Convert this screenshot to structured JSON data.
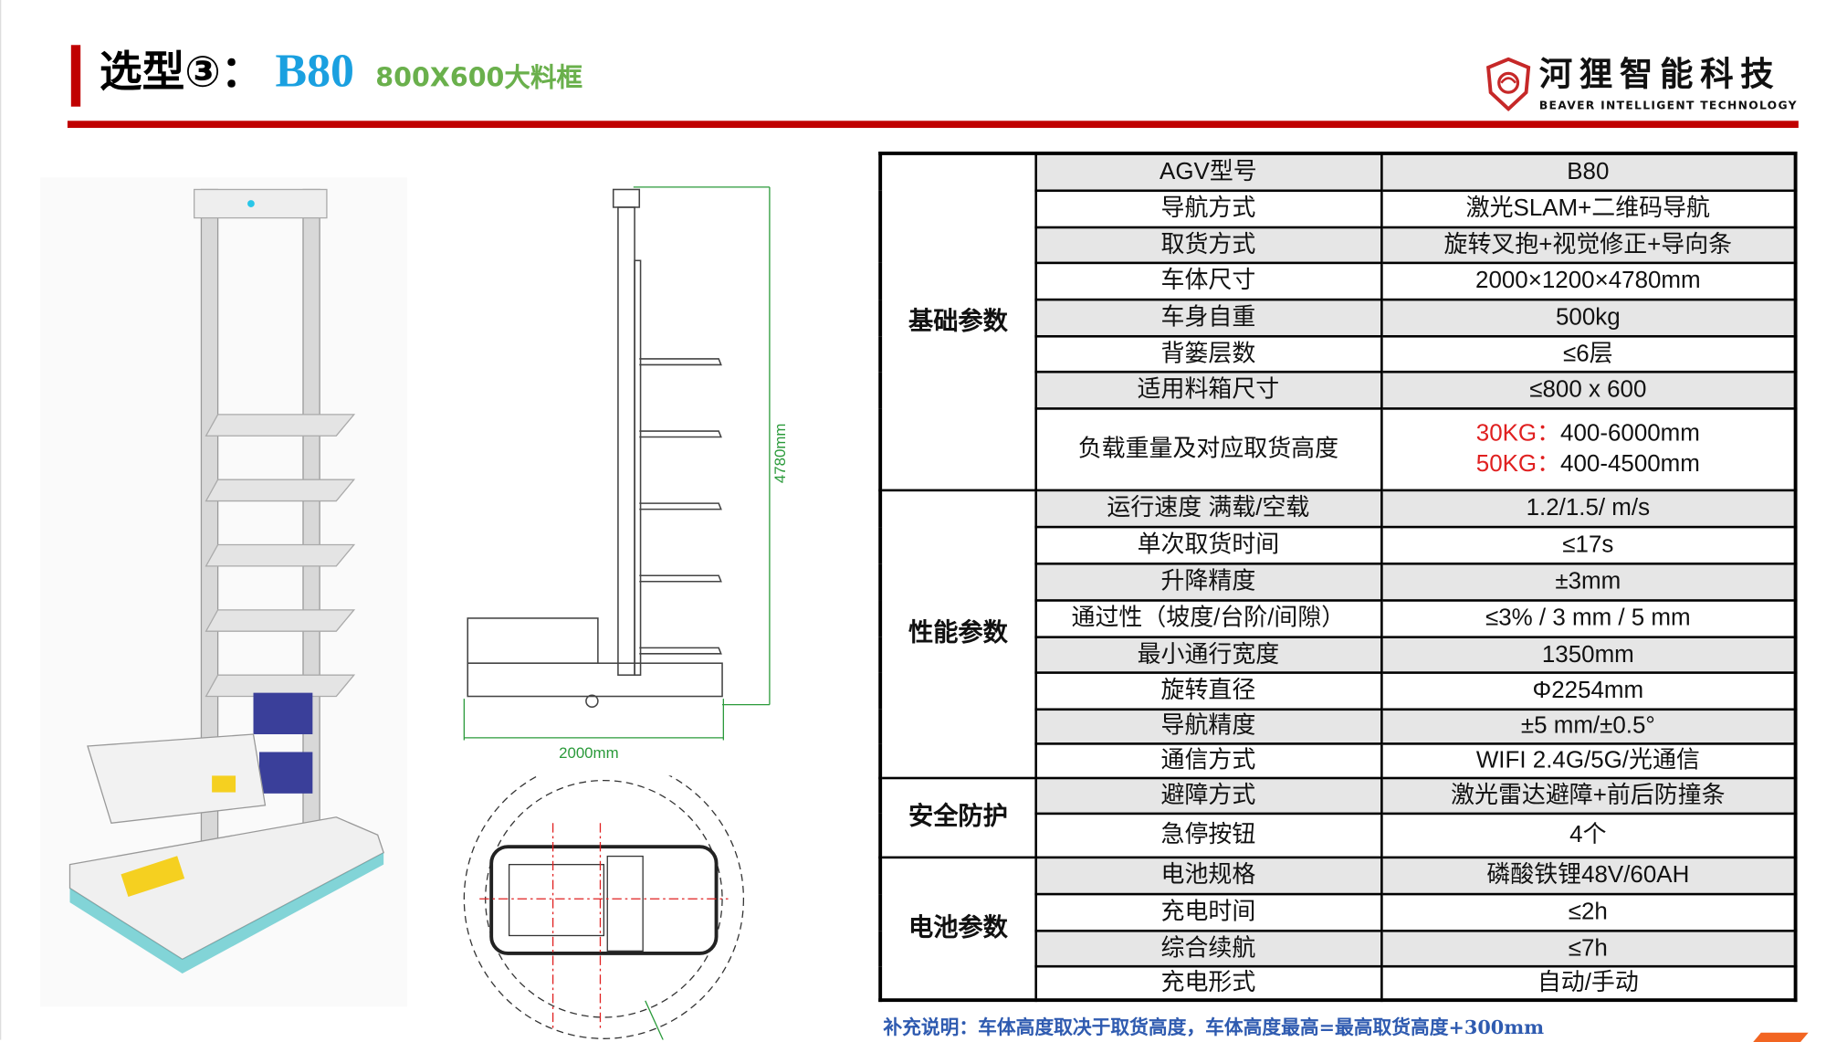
{
  "header": {
    "title": "选型③：",
    "model": "B80",
    "subtitle": "800X600大料框",
    "logo_cn": "河狸智能科技",
    "logo_en": "BEAVER INTELLIGENT TECHNOLOGY"
  },
  "drawing": {
    "height_dim": "4780mm",
    "length_dim": "2000mm"
  },
  "groups": [
    "基础参数",
    "性能参数",
    "安全防护",
    "电池参数"
  ],
  "rows": [
    {
      "k": "AGV型号",
      "v": "B80"
    },
    {
      "k": "导航方式",
      "v": "激光SLAM+二维码导航"
    },
    {
      "k": "取货方式",
      "v": "旋转叉抱+视觉修正+导向条"
    },
    {
      "k": "车体尺寸",
      "v": "2000×1200×4780mm"
    },
    {
      "k": "车身自重",
      "v": "500kg"
    },
    {
      "k": "背篓层数",
      "v": "≤6层"
    },
    {
      "k": "适用料箱尺寸",
      "v": "≤800 x 600"
    },
    {
      "k": "负载重量及对应取货高度",
      "v1_label": "30KG：",
      "v1": "400-6000mm",
      "v2_label": "50KG：",
      "v2": "400-4500mm"
    },
    {
      "k": "运行速度 满载/空载",
      "v": "1.2/1.5/ m/s"
    },
    {
      "k": "单次取货时间",
      "v": "≤17s"
    },
    {
      "k": "升降精度",
      "v": "±3mm"
    },
    {
      "k": "通过性（坡度/台阶/间隙）",
      "v": "≤3% / 3 mm / 5 mm"
    },
    {
      "k": "最小通行宽度",
      "v": "1350mm"
    },
    {
      "k": "旋转直径",
      "v": "Φ2254mm"
    },
    {
      "k": "导航精度",
      "v": "±5 mm/±0.5°"
    },
    {
      "k": "通信方式",
      "v": "WIFI 2.4G/5G/光通信"
    },
    {
      "k": "避障方式",
      "v": "激光雷达避障+前后防撞条"
    },
    {
      "k": "急停按钮",
      "v": "4个"
    },
    {
      "k": "电池规格",
      "v": "磷酸铁锂48V/60AH"
    },
    {
      "k": "充电时间",
      "v": "≤2h"
    },
    {
      "k": "综合续航",
      "v": "≤7h"
    },
    {
      "k": "充电形式",
      "v": "自动/手动"
    }
  ],
  "note": "补充说明：车体高度取决于取货高度，车体高度最高=最高取货高度+300mm",
  "colors": {
    "accent_red": "#c00000",
    "model_blue": "#1aa0e0",
    "sub_green": "#6ab04c",
    "highlight_orange": "#e8883a",
    "note_blue": "#2f5bb0"
  }
}
